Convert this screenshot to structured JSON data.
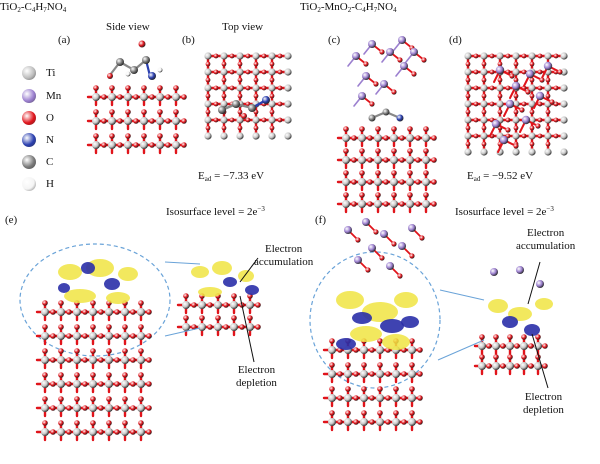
{
  "titles": {
    "left_base": "TiO",
    "left_sub1": "2",
    "left_mid": "-C",
    "left_sub2": "4",
    "left_h": "H",
    "left_sub3": "7",
    "left_tail": "NO",
    "left_sub4": "4",
    "right_base": "TiO",
    "right_sub1": "2",
    "right_mid": "-MnO",
    "right_sub2": "2",
    "right_c": "-C",
    "right_sub3": "4",
    "right_h": "H",
    "right_sub4": "7",
    "right_tail": "NO",
    "right_sub5": "4"
  },
  "panels": {
    "a": "(a)",
    "b": "(b)",
    "c": "(c)",
    "d": "(d)",
    "e": "(e)",
    "f": "(f)"
  },
  "views": {
    "side": "Side view",
    "top": "Top view"
  },
  "energies": {
    "b_prefix": "E",
    "b_sub": "ad",
    "b_value": " = −7.33 eV",
    "d_prefix": "E",
    "d_sub": "ad",
    "d_value": " = −9.52 eV"
  },
  "isosurface": {
    "left_text": "Isosurface level = 2e",
    "left_sup": "−3",
    "right_text": "Isosurface level = 2e",
    "right_sup": "−3"
  },
  "annotations": {
    "e_accum_1": "Electron",
    "e_accum_2": "accumulation",
    "e_depl_1": "Electron",
    "e_depl_2": "depletion",
    "f_accum_1": "Electron",
    "f_accum_2": "accumulation",
    "f_depl_1": "Electron",
    "f_depl_2": "depletion"
  },
  "legend": [
    {
      "label": "Ti",
      "color": "#bdbdbd"
    },
    {
      "label": "Mn",
      "color": "#9b7fcf"
    },
    {
      "label": "O",
      "color": "#e0141b"
    },
    {
      "label": "N",
      "color": "#2a3fb0"
    },
    {
      "label": "C",
      "color": "#7a7a7a"
    },
    {
      "label": "H",
      "color": "#f4f4f4"
    }
  ],
  "colors": {
    "ti": "#c8c8c8",
    "o": "#e0141b",
    "mn": "#9b7fcf",
    "n": "#2a3fb0",
    "c": "#7a7a7a",
    "accum": "#f0e442",
    "depl": "#2a2fa8",
    "link": "#6aa3d8"
  }
}
